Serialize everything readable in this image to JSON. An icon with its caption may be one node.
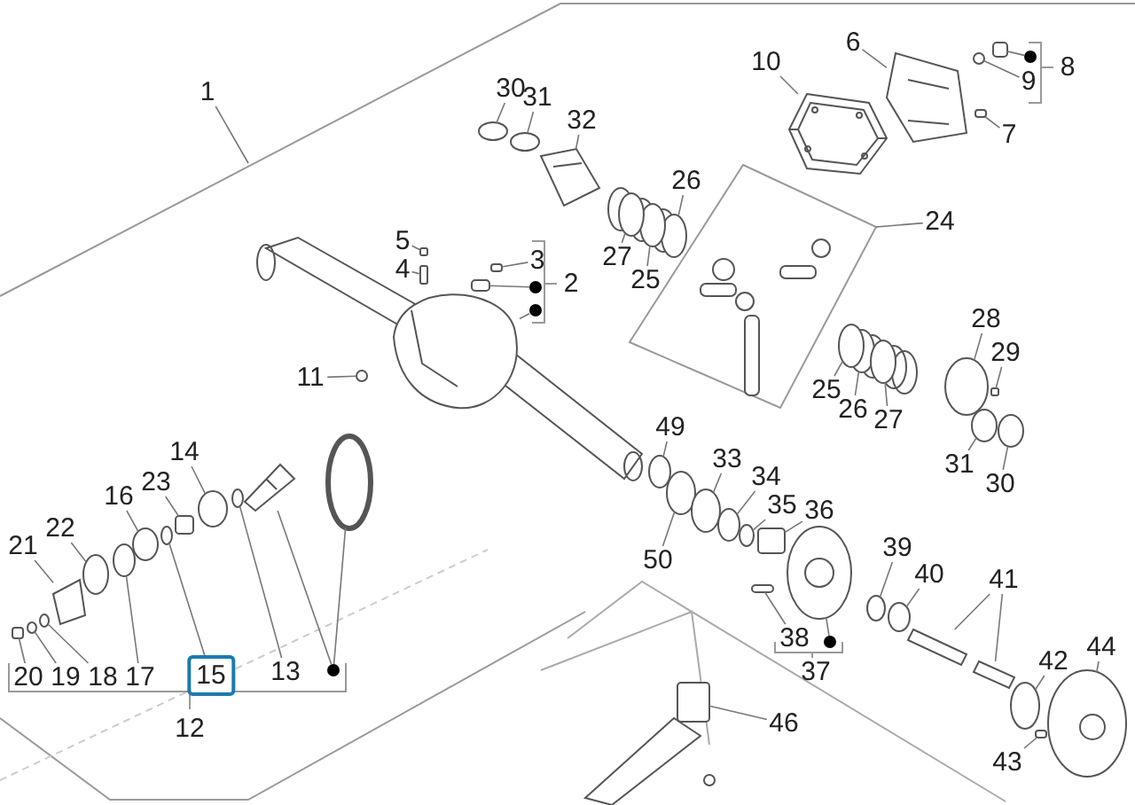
{
  "diagram": {
    "nodes": [
      {
        "text": [
          "1"
        ]
      },
      {
        "text": [
          "30"
        ]
      },
      {
        "text": [
          "31"
        ]
      },
      {
        "text": [
          "6"
        ]
      },
      {
        "text": [
          "10"
        ]
      },
      {
        "text": [
          "9"
        ]
      },
      {
        "text": [
          "8"
        ]
      },
      {
        "text": [],
        "shape": "dot"
      },
      {
        "text": [
          "32"
        ]
      },
      {
        "text": [
          "7"
        ]
      },
      {
        "text": [
          "26"
        ]
      },
      {
        "text": [
          "24"
        ]
      },
      {
        "text": [
          "5"
        ]
      },
      {
        "text": [
          "27"
        ]
      },
      {
        "text": [
          "3"
        ]
      },
      {
        "text": [
          "4"
        ]
      },
      {
        "text": [
          "25"
        ]
      },
      {
        "text": [
          "2"
        ]
      },
      {
        "text": [],
        "shape": "dot"
      },
      {
        "text": [],
        "shape": "dot"
      },
      {
        "text": [
          "28"
        ]
      },
      {
        "text": [
          "29"
        ]
      },
      {
        "text": [
          "11"
        ]
      },
      {
        "text": [
          "25"
        ]
      },
      {
        "text": [
          "26"
        ]
      },
      {
        "text": [
          "27"
        ]
      },
      {
        "text": [
          "49"
        ]
      },
      {
        "text": [
          "14"
        ]
      },
      {
        "text": [
          "33"
        ]
      },
      {
        "text": [
          "31"
        ]
      },
      {
        "text": [
          "34"
        ]
      },
      {
        "text": [
          "30"
        ]
      },
      {
        "text": [
          "23"
        ]
      },
      {
        "text": [
          "16"
        ]
      },
      {
        "text": [
          "35"
        ]
      },
      {
        "text": [
          "36"
        ]
      },
      {
        "text": [
          "22"
        ]
      },
      {
        "text": [
          "21"
        ]
      },
      {
        "text": [
          "39"
        ]
      },
      {
        "text": [
          "50"
        ]
      },
      {
        "text": [
          "40"
        ]
      },
      {
        "text": [
          "41"
        ]
      },
      {
        "text": [
          "38"
        ]
      },
      {
        "text": [],
        "shape": "dot"
      },
      {
        "text": [
          "44"
        ]
      },
      {
        "text": [
          "42"
        ]
      },
      {
        "text": [
          "37"
        ]
      },
      {
        "text": [
          "20"
        ]
      },
      {
        "text": [
          "19"
        ]
      },
      {
        "text": [
          "18"
        ]
      },
      {
        "text": [
          "17"
        ]
      },
      {
        "text": [
          "15"
        ]
      },
      {
        "text": [
          "13"
        ]
      },
      {
        "text": [],
        "shape": "dot"
      },
      {
        "text": [
          "46"
        ]
      },
      {
        "text": [
          "12"
        ]
      },
      {
        "text": [
          "43"
        ]
      },
      {
        "text": [],
        "shape": "box"
      },
      {
        "text": [],
        "shape": "circle"
      },
      {
        "text": [],
        "shape": "box"
      },
      {
        "text": [],
        "shape": "circle"
      },
      {
        "text": [],
        "shape": "circle"
      },
      {
        "text": [],
        "shape": "circle"
      },
      {
        "text": [],
        "shape": "circle"
      },
      {
        "text": [],
        "shape": "box"
      },
      {
        "text": [],
        "shape": "circle"
      },
      {
        "text": [],
        "shape": "circle"
      },
      {
        "text": [],
        "shape": "circle"
      },
      {
        "text": [],
        "shape": "circle"
      },
      {
        "text": [],
        "shape": "circle"
      },
      {
        "text": [],
        "shape": "circle"
      },
      {
        "text": [],
        "shape": "circle"
      },
      {
        "text": [],
        "shape": "circle"
      },
      {
        "text": [],
        "shape": "circle"
      },
      {
        "text": [],
        "shape": "picture"
      },
      {
        "text": [],
        "shape": "picture"
      },
      {
        "text": [],
        "shape": "circle"
      },
      {
        "text": [],
        "shape": "picture"
      },
      {
        "text": [],
        "shape": "box"
      },
      {
        "text": [],
        "shape": "box"
      },
      {
        "text": [],
        "shape": "circle"
      },
      {
        "text": [],
        "shape": "box"
      },
      {
        "text": [],
        "shape": "box"
      },
      {
        "text": [],
        "shape": "picture"
      },
      {
        "text": [],
        "shape": "box"
      },
      {
        "text": [],
        "shape": "circle"
      },
      {
        "text": [],
        "shape": "circle"
      },
      {
        "text": [],
        "shape": "circle"
      },
      {
        "text": [],
        "shape": "circle"
      },
      {
        "text": [],
        "shape": "circle"
      },
      {
        "text": [],
        "shape": "circle"
      },
      {
        "text": [],
        "shape": "circle"
      },
      {
        "text": [],
        "shape": "circle"
      },
      {
        "text": [],
        "shape": "box"
      },
      {
        "text": [],
        "shape": "circle"
      },
      {
        "text": [],
        "shape": "circle"
      },
      {
        "text": [],
        "shape": "circle"
      },
      {
        "text": [],
        "shape": "picture"
      },
      {
        "text": [],
        "shape": "circle"
      },
      {
        "text": [],
        "shape": "picture"
      },
      {
        "text": [],
        "shape": "picture"
      },
      {
        "text": [],
        "shape": "box"
      },
      {
        "text": [],
        "shape": "circle"
      },
      {
        "text": [],
        "shape": "box"
      },
      {
        "text": [],
        "shape": "circle"
      },
      {
        "text": [],
        "shape": "circle"
      },
      {
        "text": [],
        "shape": "picture"
      },
      {
        "text": [],
        "shape": "circle"
      },
      {
        "text": [],
        "shape": "box"
      },
      {
        "text": [],
        "shape": "box"
      }
    ],
    "edges": [
      {
        "from": 0,
        "to": null,
        "arrow": "none"
      },
      {
        "from": 1,
        "to": 72,
        "arrow": "none"
      },
      {
        "from": 2,
        "to": 73,
        "arrow": "none"
      },
      {
        "from": 3,
        "to": 74,
        "arrow": "none"
      },
      {
        "from": 4,
        "to": 75,
        "arrow": "none"
      },
      {
        "from": 5,
        "to": 76,
        "arrow": "none"
      },
      {
        "from": 7,
        "to": 57,
        "arrow": "none"
      },
      {
        "from": 8,
        "to": 77,
        "arrow": "none"
      },
      {
        "from": 9,
        "to": 78,
        "arrow": "none"
      },
      {
        "from": 10,
        "to": 58,
        "arrow": "none"
      },
      {
        "from": 11,
        "to": null,
        "arrow": "none"
      },
      {
        "from": 12,
        "to": 79,
        "arrow": "none"
      },
      {
        "from": 13,
        "to": 80,
        "arrow": "none"
      },
      {
        "from": 14,
        "to": 81,
        "arrow": "none"
      },
      {
        "from": 15,
        "to": 59,
        "arrow": "none"
      },
      {
        "from": 16,
        "to": 60,
        "arrow": "none"
      },
      {
        "from": 18,
        "to": 82,
        "arrow": "none"
      },
      {
        "from": 19,
        "to": 83,
        "arrow": "none"
      },
      {
        "from": 20,
        "to": 61,
        "arrow": "none"
      },
      {
        "from": 21,
        "to": 84,
        "arrow": "none"
      },
      {
        "from": 22,
        "to": 85,
        "arrow": "none"
      },
      {
        "from": 23,
        "to": 86,
        "arrow": "none"
      },
      {
        "from": 24,
        "to": 62,
        "arrow": "none"
      },
      {
        "from": 25,
        "to": 87,
        "arrow": "none"
      },
      {
        "from": 26,
        "to": 88,
        "arrow": "none"
      },
      {
        "from": 27,
        "to": 89,
        "arrow": "none"
      },
      {
        "from": 28,
        "to": 90,
        "arrow": "none"
      },
      {
        "from": 29,
        "to": 91,
        "arrow": "none"
      },
      {
        "from": 30,
        "to": 92,
        "arrow": "none"
      },
      {
        "from": 31,
        "to": 63,
        "arrow": "none"
      },
      {
        "from": 32,
        "to": 93,
        "arrow": "none"
      },
      {
        "from": 33,
        "to": 94,
        "arrow": "none"
      },
      {
        "from": 34,
        "to": 95,
        "arrow": "none"
      },
      {
        "from": 35,
        "to": 64,
        "arrow": "none"
      },
      {
        "from": 36,
        "to": 96,
        "arrow": "none"
      },
      {
        "from": 37,
        "to": 97,
        "arrow": "none"
      },
      {
        "from": 38,
        "to": 65,
        "arrow": "none"
      },
      {
        "from": 39,
        "to": 66,
        "arrow": "none"
      },
      {
        "from": 40,
        "to": 98,
        "arrow": "none"
      },
      {
        "from": 41,
        "to": 99,
        "arrow": "none"
      },
      {
        "from": 41,
        "to": 100,
        "arrow": "none"
      },
      {
        "from": 42,
        "to": 101,
        "arrow": "none"
      },
      {
        "from": 43,
        "to": 67,
        "arrow": "none"
      },
      {
        "from": 44,
        "to": 68,
        "arrow": "none"
      },
      {
        "from": 45,
        "to": 102,
        "arrow": "none"
      },
      {
        "from": 47,
        "to": 103,
        "arrow": "none"
      },
      {
        "from": 48,
        "to": 69,
        "arrow": "none"
      },
      {
        "from": 49,
        "to": 70,
        "arrow": "none"
      },
      {
        "from": 50,
        "to": 104,
        "arrow": "none"
      },
      {
        "from": 51,
        "to": 71,
        "arrow": "none"
      },
      {
        "from": 52,
        "to": 105,
        "arrow": "none"
      },
      {
        "from": 53,
        "to": 106,
        "arrow": "none"
      },
      {
        "from": 53,
        "to": 107,
        "arrow": "none"
      },
      {
        "from": 54,
        "to": 108,
        "arrow": "none"
      },
      {
        "from": 56,
        "to": 109,
        "arrow": "none"
      }
    ]
  }
}
